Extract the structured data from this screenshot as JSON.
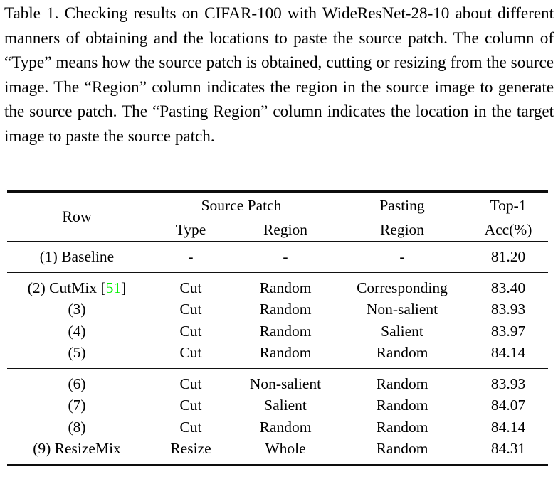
{
  "caption": {
    "text": "Table 1. Checking results on CIFAR-100 with WideResNet-28-10 about different manners of obtaining and the locations to paste the source patch. The column of “Type” means how the source patch is obtained, cutting or resizing from the source image. The “Region” column indicates the region in the source image to generate the source patch. The “Pasting Region” column indicates the location in the target image to paste the source patch."
  },
  "table": {
    "header": {
      "row_label": "Row",
      "group_source_patch": "Source Patch",
      "sub_type": "Type",
      "sub_region": "Region",
      "pasting_line1": "Pasting",
      "pasting_line2": "Region",
      "top1_line1": "Top-1",
      "top1_line2": "Acc(%)"
    },
    "blocks": [
      {
        "rows": [
          {
            "row_label": "(1) Baseline",
            "row_label_prefix": "(1) Baseline",
            "citation": "",
            "type": "-",
            "source_region": "-",
            "pasting_region": "-",
            "top1": "81.20",
            "top1_bold": false
          }
        ]
      },
      {
        "rows": [
          {
            "row_label": "(2) CutMix [51]",
            "row_label_prefix": "(2) CutMix [",
            "citation": "51",
            "row_label_suffix": "]",
            "type": "Cut",
            "source_region": "Random",
            "pasting_region": "Corresponding",
            "top1": "83.40",
            "top1_bold": false
          },
          {
            "row_label": "(3)",
            "row_label_prefix": "(3)",
            "citation": "",
            "type": "Cut",
            "source_region": "Random",
            "pasting_region": "Non-salient",
            "top1": "83.93",
            "top1_bold": false
          },
          {
            "row_label": "(4)",
            "row_label_prefix": "(4)",
            "citation": "",
            "type": "Cut",
            "source_region": "Random",
            "pasting_region": "Salient",
            "top1": "83.97",
            "top1_bold": false
          },
          {
            "row_label": "(5)",
            "row_label_prefix": "(5)",
            "citation": "",
            "type": "Cut",
            "source_region": "Random",
            "pasting_region": "Random",
            "top1": "84.14",
            "top1_bold": true
          }
        ]
      },
      {
        "rows": [
          {
            "row_label": "(6)",
            "row_label_prefix": "(6)",
            "citation": "",
            "type": "Cut",
            "source_region": "Non-salient",
            "pasting_region": "Random",
            "top1": "83.93",
            "top1_bold": false
          },
          {
            "row_label": "(7)",
            "row_label_prefix": "(7)",
            "citation": "",
            "type": "Cut",
            "source_region": "Salient",
            "pasting_region": "Random",
            "top1": "84.07",
            "top1_bold": false
          },
          {
            "row_label": "(8)",
            "row_label_prefix": "(8)",
            "citation": "",
            "type": "Cut",
            "source_region": "Random",
            "pasting_region": "Random",
            "top1": "84.14",
            "top1_bold": false
          },
          {
            "row_label": "(9) ResizeMix",
            "row_label_prefix": "(9) ResizeMix",
            "citation": "",
            "type": "Resize",
            "source_region": "Whole",
            "pasting_region": "Random",
            "top1": "84.31",
            "top1_bold": true
          }
        ]
      }
    ]
  },
  "colors": {
    "citation_green": "#00ee00",
    "rule_black": "#0d0d0d",
    "text_black": "#000000"
  }
}
